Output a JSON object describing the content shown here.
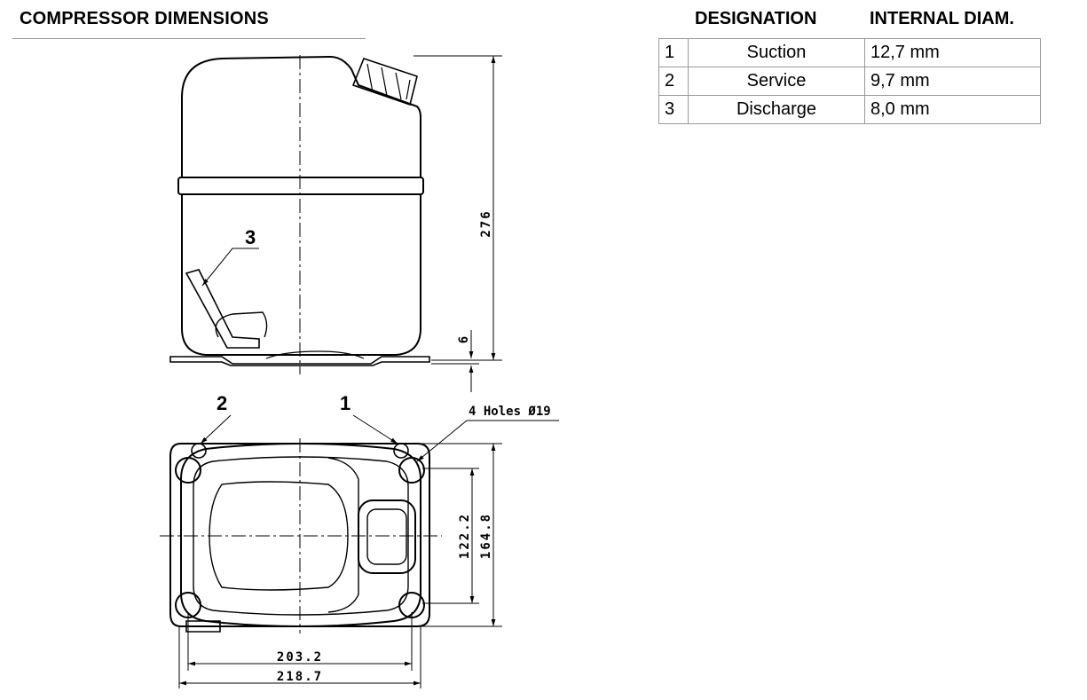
{
  "header": {
    "title": "COMPRESSOR DIMENSIONS",
    "col_designation": "DESIGNATION",
    "col_internal_diam": "INTERNAL DIAM."
  },
  "connections": [
    {
      "num": "1",
      "name": "Suction",
      "diam": "12,7 mm"
    },
    {
      "num": "2",
      "name": "Service",
      "diam": "9,7 mm"
    },
    {
      "num": "3",
      "name": "Discharge",
      "diam": "8,0 mm"
    }
  ],
  "drawing": {
    "height_dim": "276",
    "foot_dim": "6",
    "holes_note": "4 Holes Ø19",
    "callout_1": "1",
    "callout_2": "2",
    "callout_3": "3",
    "width_inner": "203.2",
    "width_outer": "218.7",
    "depth_inner": "122.2",
    "depth_outer": "164.8"
  }
}
